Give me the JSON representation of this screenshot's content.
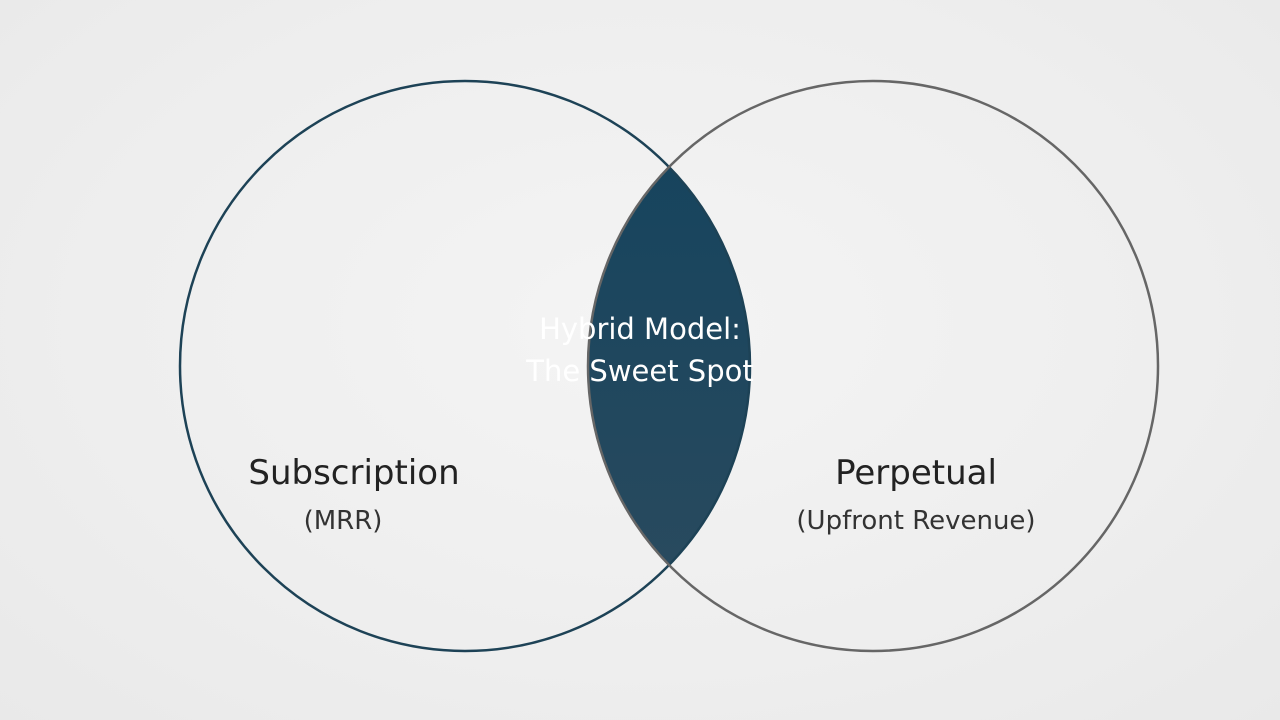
{
  "diagram": {
    "type": "venn",
    "colors": {
      "background": "#eeeeee",
      "left_circle_stroke": "#1d4256",
      "right_circle_stroke": "#666666",
      "intersection_fill_top": "#16435d",
      "intersection_fill_bottom": "#2b4c60",
      "outer_text": "#222222",
      "center_text": "#ffffff"
    },
    "left": {
      "title": "Subscription",
      "subtitle": "(MRR)"
    },
    "right": {
      "title": "Perpetual",
      "subtitle": "(Upfront Revenue)"
    },
    "intersection": {
      "title": "Hybrid Model:",
      "subtitle": "The Sweet Spot"
    }
  }
}
